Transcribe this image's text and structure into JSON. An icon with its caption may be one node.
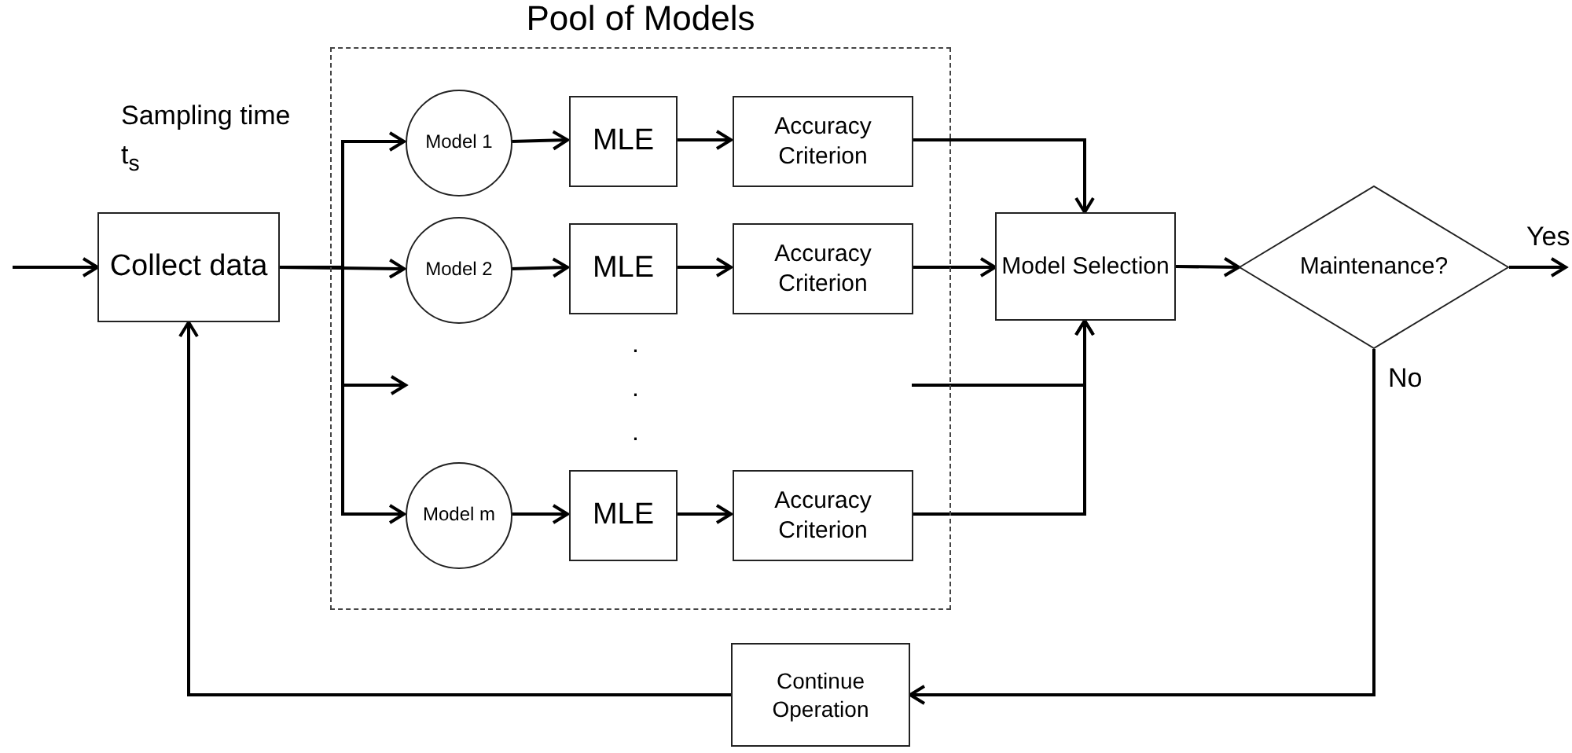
{
  "diagram": {
    "nodes": [
      {
        "text": [
          "Pool of Models"
        ]
      },
      {
        "text": [
          "Collect data"
        ],
        "beside": [
          "Sampling time t$_{s}$"
        ]
      },
      {
        "text": [
          "Model 1"
        ],
        "in": 0
      },
      {
        "text": [
          "MLE"
        ],
        "in": 0
      },
      {
        "text": [
          "Accuracy Criterion"
        ],
        "in": 0
      },
      {
        "text": [
          "Model 2"
        ],
        "in": 0
      },
      {
        "text": [
          "MLE"
        ],
        "in": 0
      },
      {
        "text": [
          "Accuracy Criterion"
        ],
        "in": 0
      },
      {
        "text": [
          "Model m"
        ],
        "in": 0
      },
      {
        "text": [
          "MLE"
        ],
        "in": 0
      },
      {
        "text": [
          "Accuracy Criterion"
        ],
        "in": 0
      },
      {
        "text": [
          "Model Selection"
        ]
      },
      {
        "text": [
          "Maintenance?"
        ]
      },
      {
        "text": [
          "Continue Operation"
        ]
      }
    ],
    "edges": [
      {
        "from": null,
        "to": 1,
        "arrow": "to"
      },
      {
        "from": 1,
        "to": 2,
        "arrow": "to"
      },
      {
        "from": 1,
        "to": 5,
        "arrow": "to"
      },
      {
        "from": 1,
        "to": null,
        "arrow": "to"
      },
      {
        "from": 1,
        "to": 8,
        "arrow": "to"
      },
      {
        "from": 2,
        "to": 3,
        "arrow": "to"
      },
      {
        "from": 3,
        "to": 4,
        "arrow": "to"
      },
      {
        "from": 5,
        "to": 6,
        "arrow": "to"
      },
      {
        "from": 6,
        "to": 7,
        "arrow": "to"
      },
      {
        "from": 8,
        "to": 9,
        "arrow": "to"
      },
      {
        "from": 9,
        "to": 10,
        "arrow": "to"
      },
      {
        "from": 4,
        "to": 11,
        "arrow": "to"
      },
      {
        "from": 7,
        "to": 11,
        "arrow": "to"
      },
      {
        "from": null,
        "to": 11,
        "arrow": "to"
      },
      {
        "from": 10,
        "to": 11,
        "arrow": "to"
      },
      {
        "from": 11,
        "to": 12,
        "arrow": "to"
      },
      {
        "from": 12,
        "to": null,
        "arrow": "to",
        "label": "Yes"
      },
      {
        "from": 12,
        "to": 13,
        "arrow": "to",
        "label": "No"
      },
      {
        "from": 13,
        "to": 1,
        "arrow": "to"
      }
    ],
    "labels": [
      ".",
      ".",
      "."
    ]
  }
}
